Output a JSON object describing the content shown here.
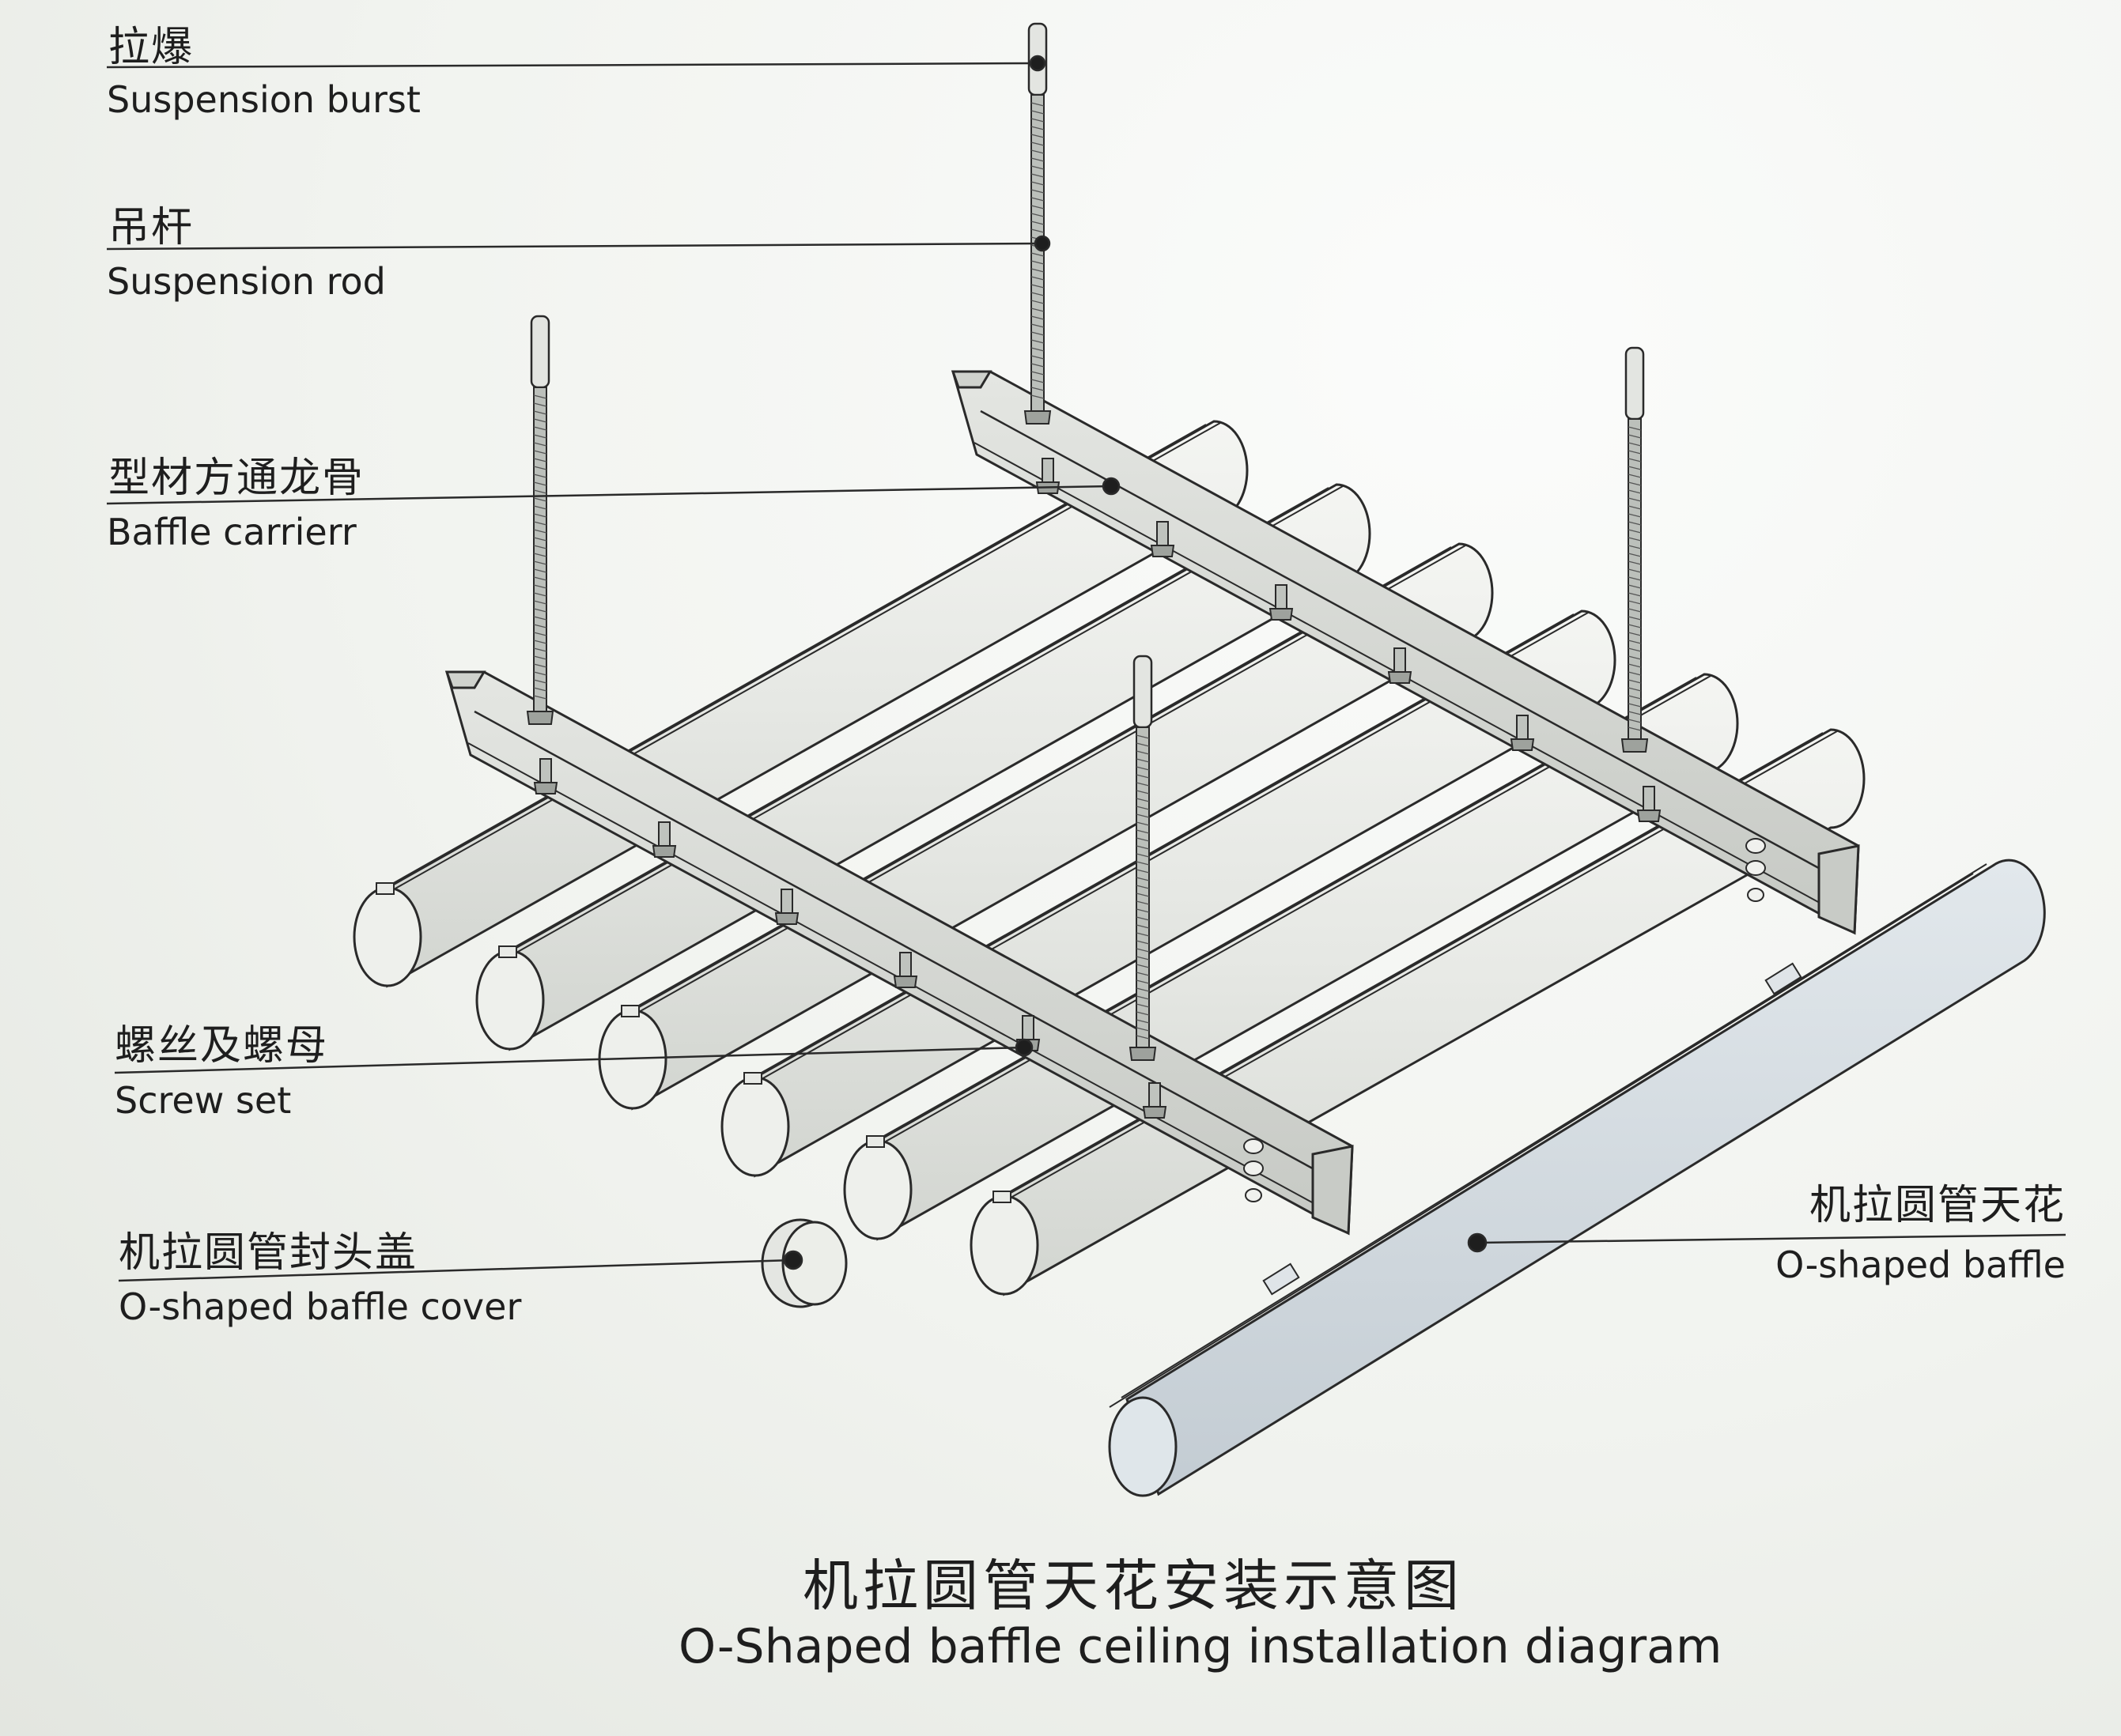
{
  "labels": {
    "suspension_burst": {
      "zh": "拉爆",
      "en": "Suspension burst"
    },
    "suspension_rod": {
      "zh": "吊杆",
      "en": "Suspension rod"
    },
    "baffle_carrier": {
      "zh": "型材方通龙骨",
      "en": "Baffle carrierr"
    },
    "screw_set": {
      "zh": "螺丝及螺母",
      "en": "Screw set"
    },
    "baffle_cover": {
      "zh": "机拉圆管封头盖",
      "en": "O-shaped baffle cover"
    },
    "baffle": {
      "zh": "机拉圆管天花",
      "en": "O-shaped baffle"
    }
  },
  "title": {
    "zh": "机拉圆管天花安装示意图",
    "en": "O-Shaped baffle ceiling installation diagram"
  },
  "colors": {
    "line": "#2a2a2a",
    "metal": "#d9dcd8",
    "metal_dark": "#b9bdb8",
    "baffle_highlight": "#cdd9e2"
  }
}
